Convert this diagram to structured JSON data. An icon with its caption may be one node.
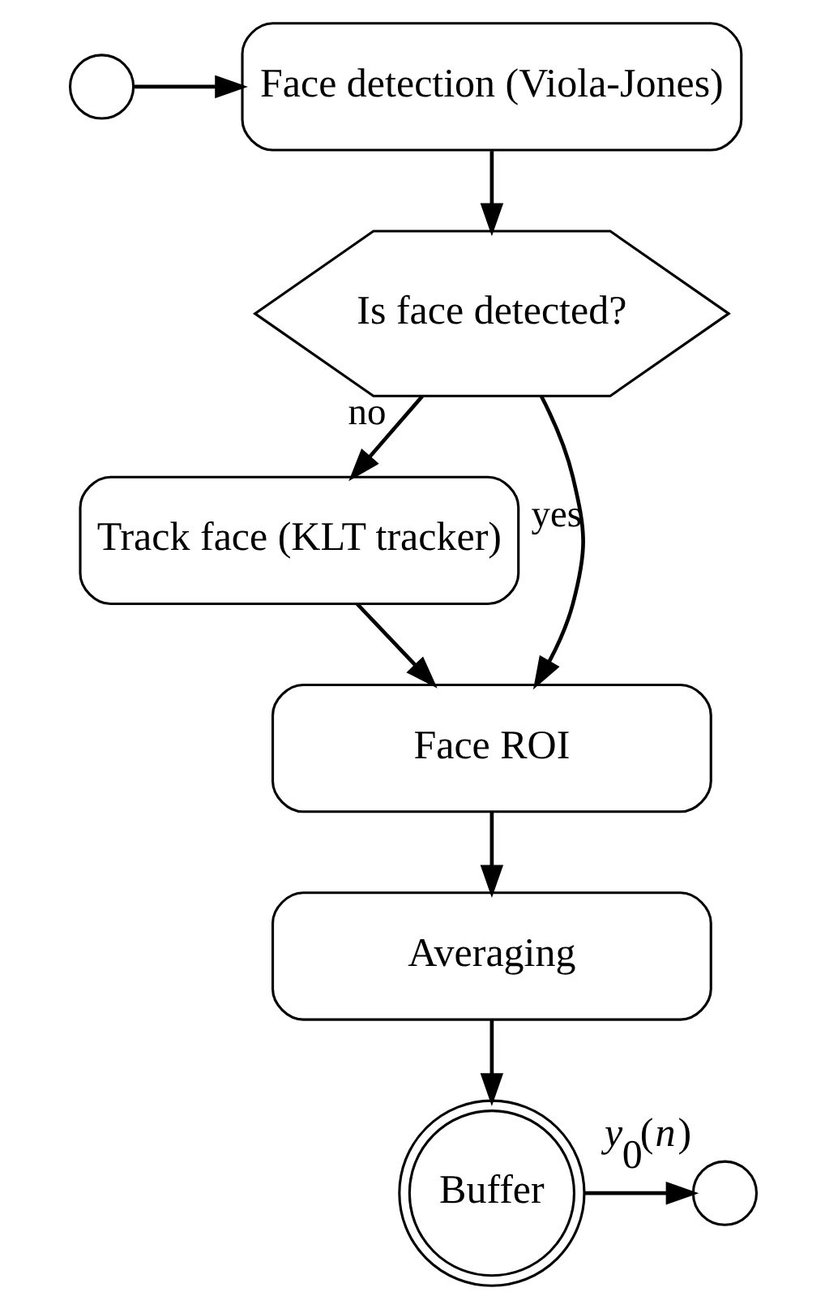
{
  "diagram": {
    "nodes": [
      {
        "text": [],
        "shape": "circle"
      },
      {
        "text": [
          "Face detection (Viola-Jones)"
        ]
      },
      {
        "text": [
          "Is face detected?"
        ]
      },
      {
        "text": [
          "Track face (KLT tracker)"
        ]
      },
      {
        "text": [
          "Face ROI"
        ]
      },
      {
        "text": [
          "Averaging"
        ]
      },
      {
        "text": [
          "Buffer"
        ]
      },
      {
        "text": [],
        "shape": "circle",
        "beside": [
          "*y*$_{0}$(*n*)"
        ]
      }
    ],
    "edges": [
      {
        "from": 0,
        "to": 1,
        "arrow": "to"
      },
      {
        "from": 1,
        "to": 2,
        "arrow": "to"
      },
      {
        "from": 2,
        "to": 3,
        "arrow": "to",
        "label": "no"
      },
      {
        "from": 2,
        "to": 4,
        "arrow": "to",
        "label": "yes"
      },
      {
        "from": 3,
        "to": 4,
        "arrow": "to"
      },
      {
        "from": 4,
        "to": 5,
        "arrow": "to"
      },
      {
        "from": 5,
        "to": 6,
        "arrow": "to"
      },
      {
        "from": 6,
        "to": 7,
        "arrow": "to"
      }
    ]
  }
}
